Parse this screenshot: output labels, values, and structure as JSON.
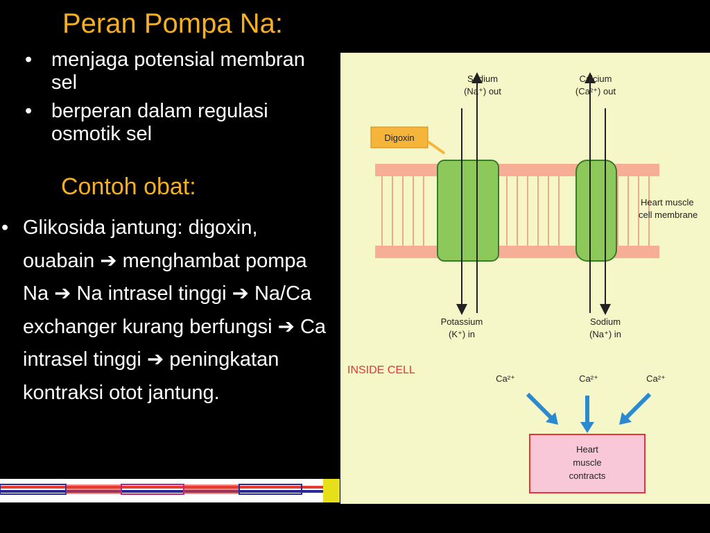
{
  "title": "Peran Pompa Na:",
  "bullets": [
    "menjaga potensial membran sel",
    "berperan dalam regulasi osmotik sel"
  ],
  "subtitle": "Contoh obat:",
  "paragraph": {
    "bullet": "•",
    "parts": [
      "Glikosida jantung: digoxin, ouabain ",
      " menghambat pompa Na ",
      " Na intrasel tinggi ",
      " Na/Ca exchanger kurang berfungsi ",
      " Ca intrasel tinggi ",
      " peningkatan kontraksi otot jantung."
    ],
    "arrow": "➔"
  },
  "figure": {
    "sodium_out": [
      "Sodium",
      "(Na⁺) out"
    ],
    "calcium_out": [
      "Calcium",
      "(Ca²⁺) out"
    ],
    "digoxin": "Digoxin",
    "membrane_label": [
      "Heart muscle",
      "cell membrane"
    ],
    "potassium_in": [
      "Potassium",
      "(K⁺) in"
    ],
    "sodium_in": [
      "Sodium",
      "(Na⁺) in"
    ],
    "inside_cell": "INSIDE CELL",
    "ca_labels": [
      "Ca²⁺",
      "Ca²⁺",
      "Ca²⁺"
    ],
    "contracts": [
      "Heart",
      "muscle",
      "contracts"
    ]
  },
  "colors": {
    "title": "#f5b021",
    "figure_bg": "#f6f7c9",
    "membrane": "#f6a18c",
    "pump": "#8cc85a",
    "inside_cell": "#e8333a",
    "arrow_blue": "#2a8ad0"
  }
}
